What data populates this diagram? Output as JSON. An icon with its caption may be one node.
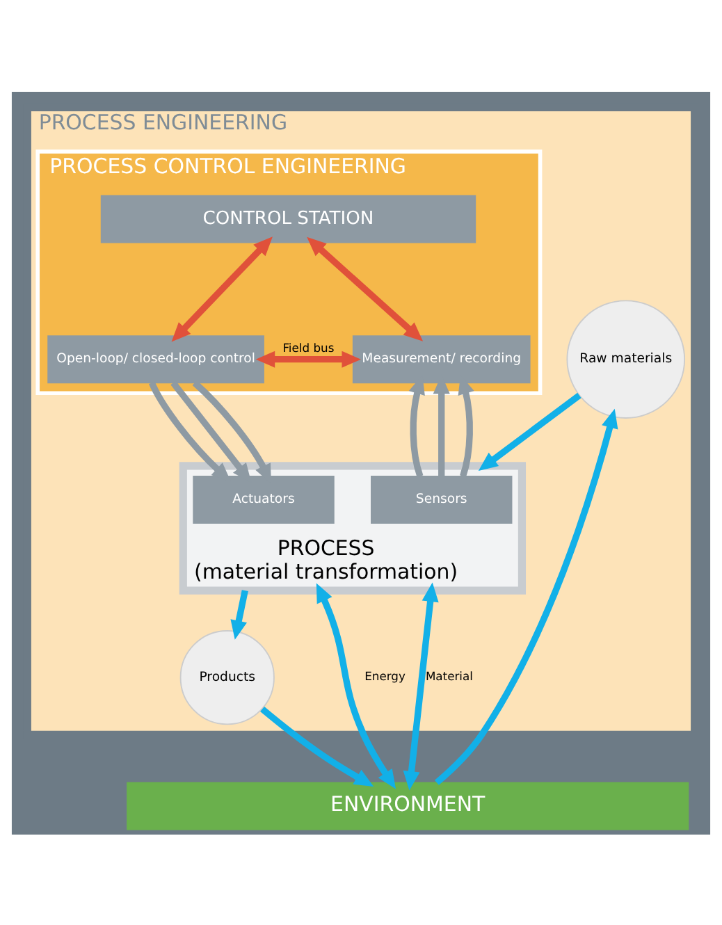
{
  "diagram": {
    "nodes": [
      {
        "text": [
          "PROCESS ENGINEERING"
        ]
      },
      {
        "text": [
          "PROCESS CONTROL ENGINEERING"
        ],
        "in": 0
      },
      {
        "text": [
          "CONTROL STATION"
        ],
        "in": 1
      },
      {
        "text": [
          "Measurement/ recording"
        ],
        "in": 1
      },
      {
        "text": [
          "Open-loop/ closed-loop control"
        ],
        "in": 1
      },
      {
        "text": [
          "PROCESS",
          "(material transformation)"
        ],
        "in": 0
      },
      {
        "text": [
          "Sensors"
        ],
        "in": 5
      },
      {
        "text": [
          "Actuators"
        ],
        "in": 5
      },
      {
        "text": [
          "Raw materials"
        ],
        "in": 0
      },
      {
        "text": [
          "Products"
        ],
        "in": 0
      },
      {
        "text": [
          "ENVIRONMENT"
        ]
      }
    ],
    "edges": [
      {
        "from": 2,
        "to": 3,
        "arrow": "both",
        "color": "#e0513a"
      },
      {
        "from": 2,
        "to": 4,
        "arrow": "both",
        "color": "#e0513a"
      },
      {
        "from": 3,
        "to": 4,
        "arrow": "both",
        "label": "Field bus",
        "color": "#e0513a"
      },
      {
        "from": 6,
        "to": 3,
        "arrow": "to",
        "color": "#8e9aa3"
      },
      {
        "from": 6,
        "to": 3,
        "arrow": "to",
        "color": "#8e9aa3"
      },
      {
        "from": 6,
        "to": 3,
        "arrow": "to",
        "color": "#8e9aa3"
      },
      {
        "from": 4,
        "to": 7,
        "arrow": "to",
        "color": "#8e9aa3"
      },
      {
        "from": 4,
        "to": 7,
        "arrow": "to",
        "color": "#8e9aa3"
      },
      {
        "from": 4,
        "to": 7,
        "arrow": "to",
        "color": "#8e9aa3"
      },
      {
        "from": 8,
        "to": 5,
        "arrow": "to",
        "color": "#12b0e8"
      },
      {
        "from": 5,
        "to": 9,
        "arrow": "to",
        "color": "#12b0e8"
      },
      {
        "from": 10,
        "to": 8,
        "arrow": "to",
        "color": "#12b0e8"
      },
      {
        "from": 9,
        "to": 10,
        "arrow": "to",
        "color": "#12b0e8"
      },
      {
        "from": 5,
        "to": 10,
        "arrow": "both",
        "label": "Material",
        "color": "#12b0e8"
      },
      {
        "from": 5,
        "to": 10,
        "arrow": "both",
        "label": "Energy",
        "color": "#12b0e8"
      }
    ]
  }
}
